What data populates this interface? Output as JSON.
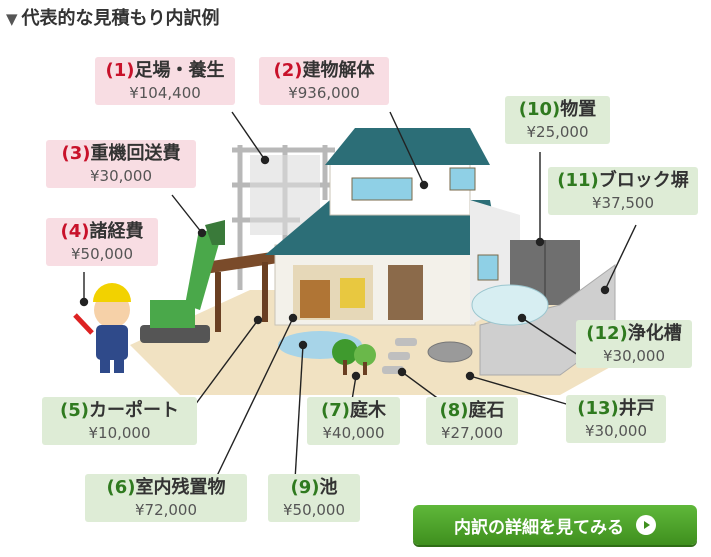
{
  "title": "代表的な見積もり内訳例",
  "items": [
    {
      "num": "(1)",
      "name": "足場・養生",
      "price": "¥104,400"
    },
    {
      "num": "(2)",
      "name": "建物解体",
      "price": "¥936,000"
    },
    {
      "num": "(3)",
      "name": "重機回送費",
      "price": "¥30,000"
    },
    {
      "num": "(4)",
      "name": "諸経費",
      "price": "¥50,000"
    },
    {
      "num": "(5)",
      "name": "カーポート",
      "price": "¥10,000"
    },
    {
      "num": "(6)",
      "name": "室内残置物",
      "price": "¥72,000"
    },
    {
      "num": "(7)",
      "name": "庭木",
      "price": "¥40,000"
    },
    {
      "num": "(8)",
      "name": "庭石",
      "price": "¥27,000"
    },
    {
      "num": "(9)",
      "name": "池",
      "price": "¥50,000"
    },
    {
      "num": "(10)",
      "name": "物置",
      "price": "¥25,000"
    },
    {
      "num": "(11)",
      "name": "ブロック塀",
      "price": "¥37,500"
    },
    {
      "num": "(12)",
      "name": "浄化槽",
      "price": "¥30,000"
    },
    {
      "num": "(13)",
      "name": "井戸",
      "price": "¥30,000"
    }
  ],
  "cta_label": "内訳の詳細を見てみる",
  "colors": {
    "pink_bg": "#f8dde3",
    "green_bg": "#deecd6",
    "red_num": "#c8112a",
    "green_num": "#2f7a1f",
    "button": "#4ea62b"
  }
}
